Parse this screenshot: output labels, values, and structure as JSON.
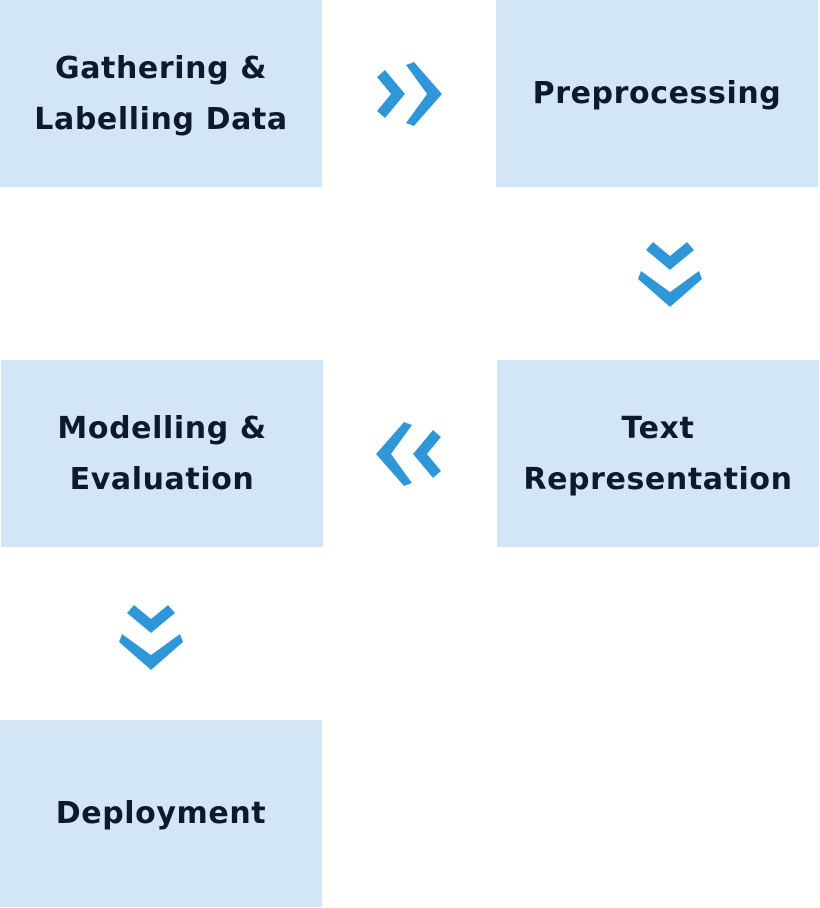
{
  "colors": {
    "box_fill": "#d3e6f5",
    "arrow": "#2f97d7",
    "text": "#0d1a2b",
    "background": "#ffffff"
  },
  "steps": [
    {
      "label": "Gathering &\nLabelling Data"
    },
    {
      "label": "Preprocessing"
    },
    {
      "label": "Text\nRepresentation"
    },
    {
      "label": "Modelling &\nEvaluation"
    },
    {
      "label": "Deployment"
    }
  ],
  "connectors": [
    {
      "icon": "double-chevron-right-icon"
    },
    {
      "icon": "double-chevron-down-icon"
    },
    {
      "icon": "double-chevron-left-icon"
    },
    {
      "icon": "double-chevron-down-icon"
    }
  ]
}
